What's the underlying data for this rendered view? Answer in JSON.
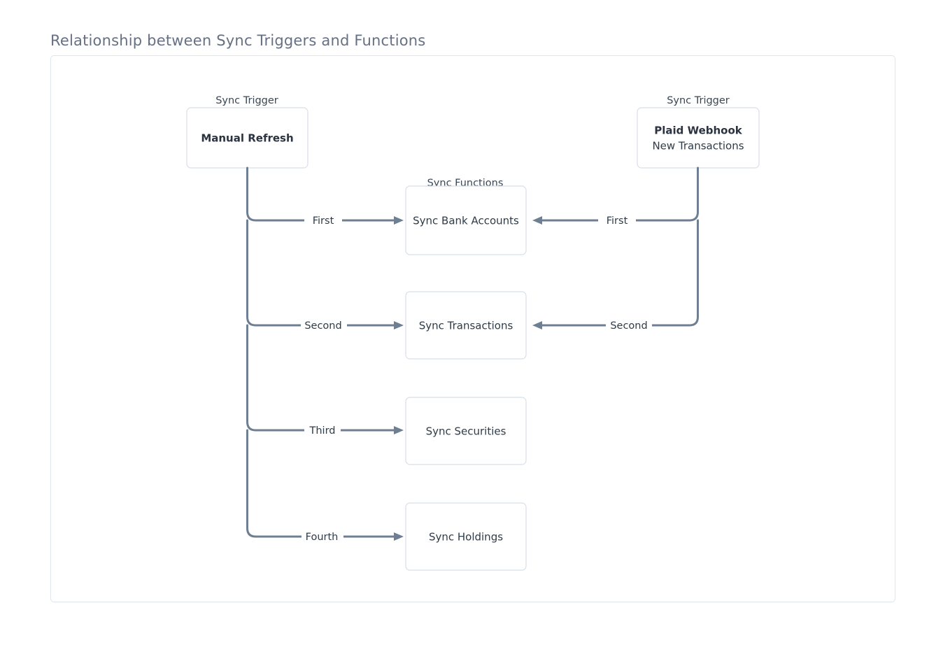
{
  "title": "Relationship between Sync Triggers and Functions",
  "colors": {
    "edge": "#6e7f93",
    "node_border": "#d8dfe8",
    "frame_border": "#dfe5ee",
    "title_text": "#667085",
    "node_text": "#2f3b47",
    "background": "#ffffff"
  },
  "clusters": [
    {
      "id": "trigger-manual",
      "label": "Sync Trigger"
    },
    {
      "id": "trigger-webhook",
      "label": "Sync Trigger"
    },
    {
      "id": "functions",
      "label": "Sync Functions"
    }
  ],
  "triggers": [
    {
      "id": "manual-refresh",
      "cluster_label": "Sync Trigger",
      "title": "Manual Refresh",
      "subtitle": ""
    },
    {
      "id": "plaid-webhook",
      "cluster_label": "Sync Trigger",
      "title": "Plaid Webhook",
      "subtitle": "New Transactions"
    }
  ],
  "functions": [
    {
      "id": "sync-bank-accounts",
      "label": "Sync Bank Accounts"
    },
    {
      "id": "sync-transactions",
      "label": "Sync Transactions"
    },
    {
      "id": "sync-securities",
      "label": "Sync Securities"
    },
    {
      "id": "sync-holdings",
      "label": "Sync Holdings"
    }
  ],
  "edges": [
    {
      "from": "manual-refresh",
      "to": "sync-bank-accounts",
      "label": "First",
      "direction": "left-to-right"
    },
    {
      "from": "manual-refresh",
      "to": "sync-transactions",
      "label": "Second",
      "direction": "left-to-right"
    },
    {
      "from": "manual-refresh",
      "to": "sync-securities",
      "label": "Third",
      "direction": "left-to-right"
    },
    {
      "from": "manual-refresh",
      "to": "sync-holdings",
      "label": "Fourth",
      "direction": "left-to-right"
    },
    {
      "from": "plaid-webhook",
      "to": "sync-bank-accounts",
      "label": "First",
      "direction": "right-to-left"
    },
    {
      "from": "plaid-webhook",
      "to": "sync-transactions",
      "label": "Second",
      "direction": "right-to-left"
    }
  ]
}
